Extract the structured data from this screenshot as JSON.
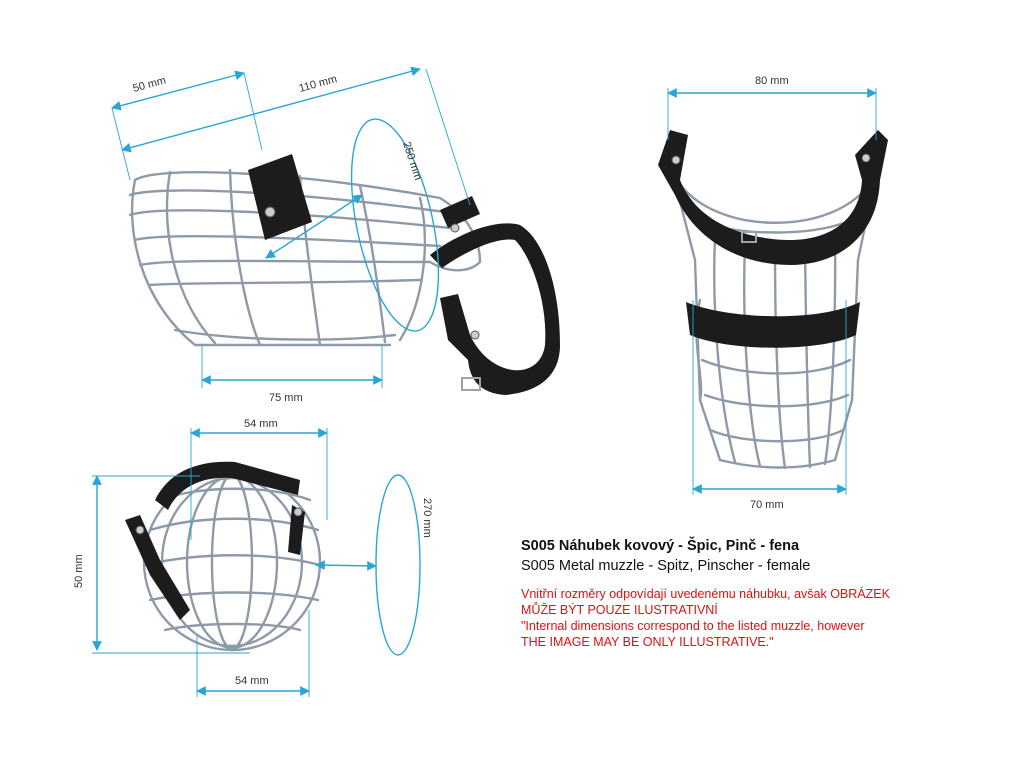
{
  "colors": {
    "dimension": "#2aa6d6",
    "wire": "#8f9aa8",
    "leather": "#1c1c1c",
    "note": "#e01010"
  },
  "side_view": {
    "dim_top_short": "50 mm",
    "dim_top_long": "110 mm",
    "dim_circumference": "250 mm",
    "dim_bottom": "75 mm"
  },
  "back_view": {
    "dim_top": "80 mm",
    "dim_bottom": "70 mm"
  },
  "front_view": {
    "dim_top": "54 mm",
    "dim_left": "50 mm",
    "dim_bottom": "54 mm",
    "dim_circumference": "270 mm"
  },
  "caption": {
    "title": "S005 Náhubek kovový - Špic, Pinč - fena",
    "subtitle": "S005 Metal muzzle - Spitz, Pinscher - female",
    "note_lines": [
      "Vnitřní rozměry odpovídají uvedenému náhubku, avšak OBRÁZEK",
      "MŮŽE BÝT POUZE ILUSTRATIVNÍ",
      "\"Internal dimensions correspond to the listed muzzle, however",
      "THE IMAGE MAY BE ONLY ILLUSTRATIVE.\""
    ]
  }
}
